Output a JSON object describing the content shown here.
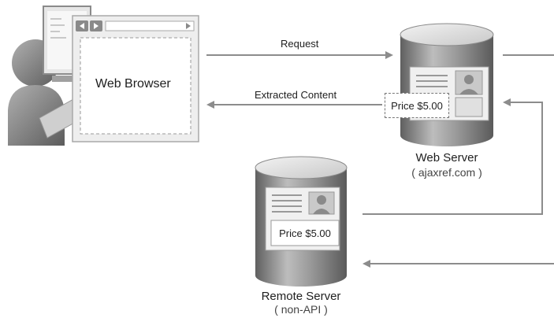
{
  "browser": {
    "label": "Web Browser"
  },
  "arrows": {
    "request": "Request",
    "response": "Extracted Content"
  },
  "web_server": {
    "name": "Web Server",
    "domain": "( ajaxref.com )",
    "price": "Price $5.00"
  },
  "remote_server": {
    "name": "Remote Server",
    "type": "( non-API )",
    "price": "Price $5.00"
  },
  "colors": {
    "cylinder_dark": "#6f6f6f",
    "cylinder_light": "#d9d9d9",
    "arrow": "#8c8c8c",
    "person": "#7a7a7a"
  }
}
